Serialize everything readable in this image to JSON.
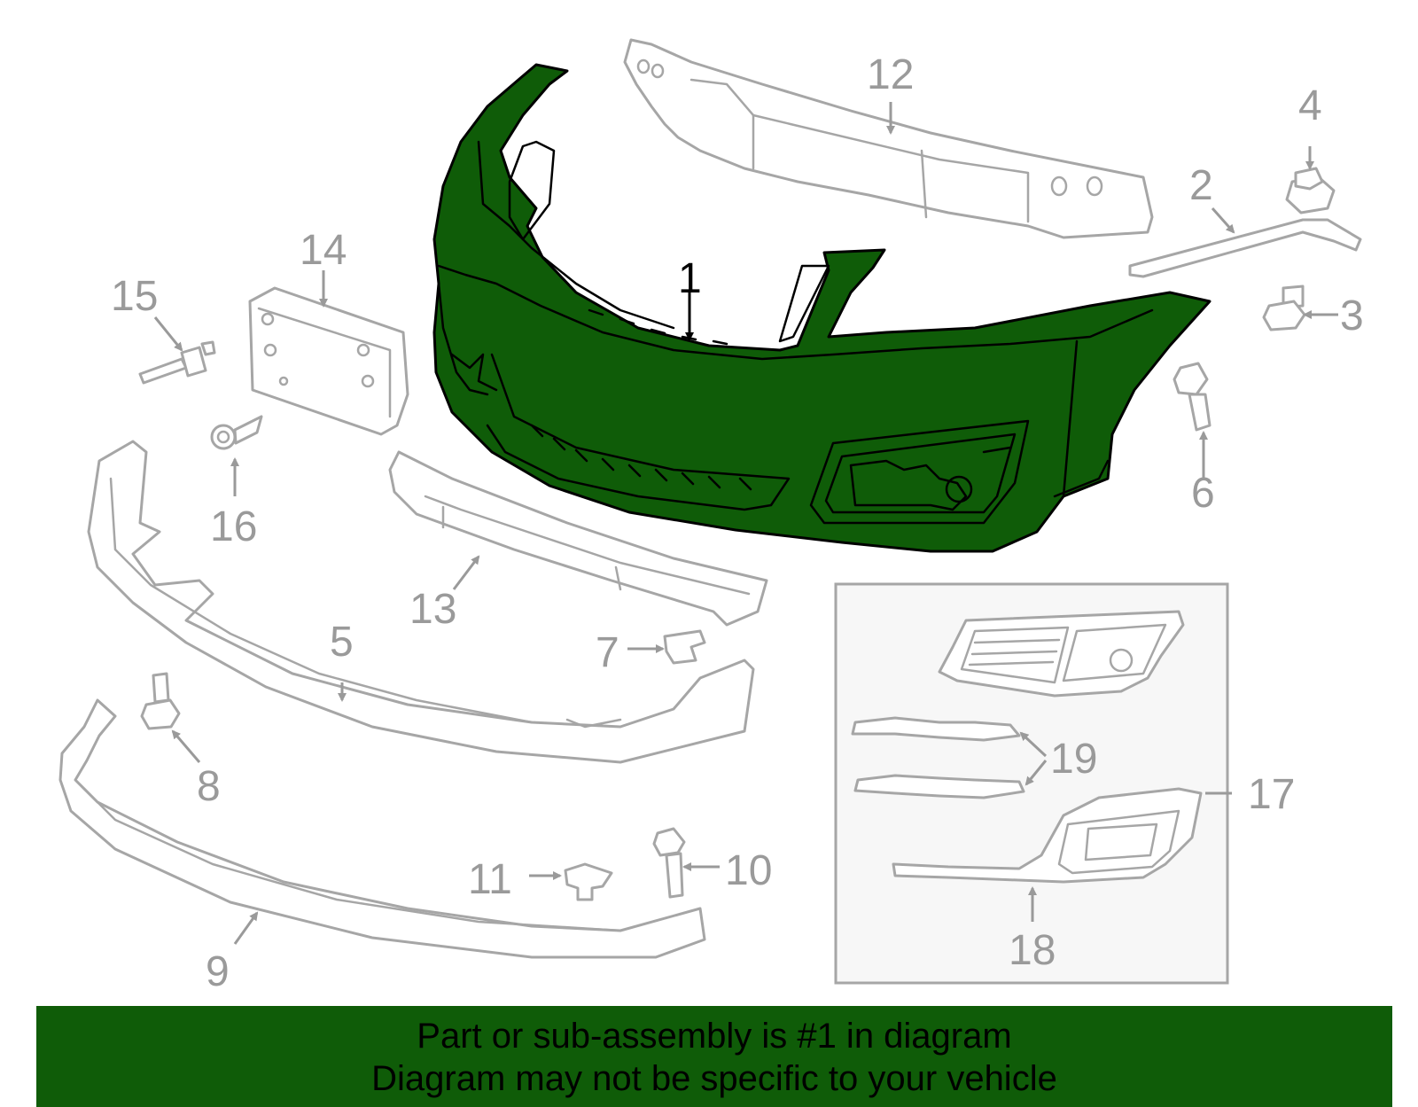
{
  "callouts": {
    "c1": "1",
    "c2": "2",
    "c3": "3",
    "c4": "4",
    "c5": "5",
    "c6": "6",
    "c7": "7",
    "c8": "8",
    "c9": "9",
    "c10": "10",
    "c11": "11",
    "c12": "12",
    "c13": "13",
    "c14": "14",
    "c15": "15",
    "c16": "16",
    "c17": "17",
    "c18": "18",
    "c19": "19"
  },
  "banner": {
    "line1": "Part or sub-assembly is #1 in diagram",
    "line2": "Diagram may not be specific to your vehicle"
  },
  "colors": {
    "highlight": "#0f5c08",
    "part_outline": "#a6a6a6",
    "inset_background": "#f7f7f7"
  }
}
